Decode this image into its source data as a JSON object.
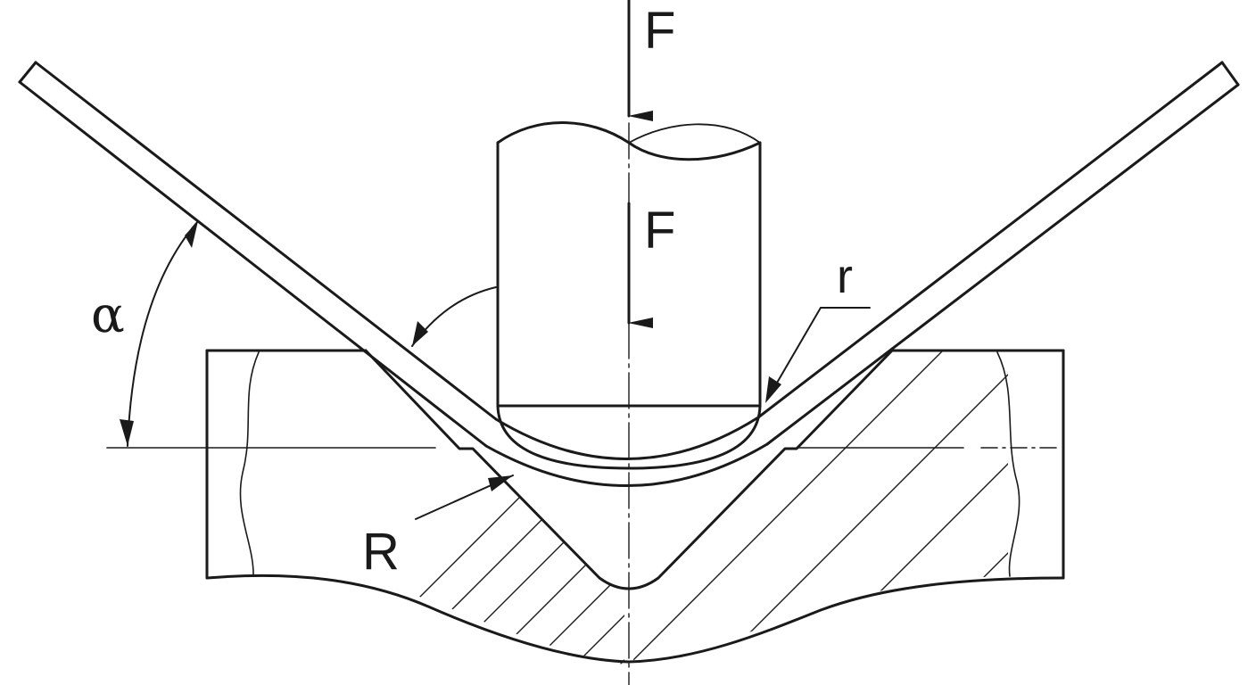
{
  "diagram": {
    "title": "",
    "labels": {
      "force_top": "F",
      "force_punch": "F",
      "punch_radius": "r",
      "die_radius": "R",
      "bend_angle": "α"
    }
  },
  "colors": {
    "stroke": "#1a1a1a",
    "background": "#ffffff"
  }
}
